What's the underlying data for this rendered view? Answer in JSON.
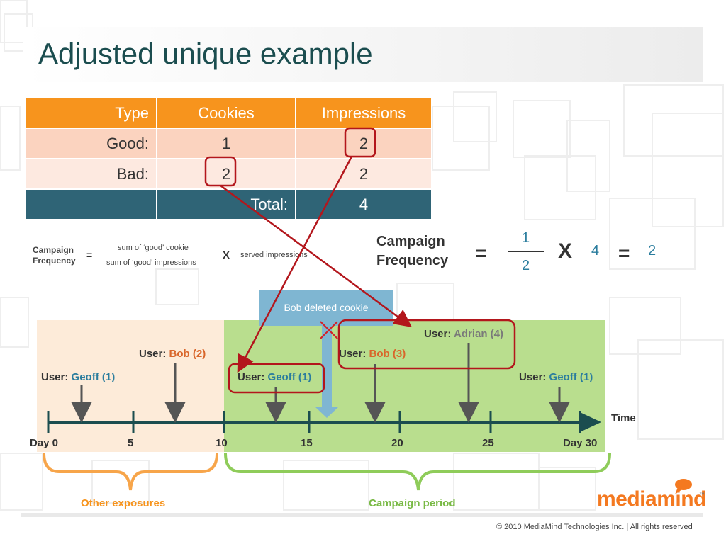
{
  "title": "Adjusted unique example",
  "table": {
    "headers": [
      "Type",
      "Cookies",
      "Impressions"
    ],
    "rows": [
      {
        "type": "Good:",
        "cookies": "1",
        "impressions": "2"
      },
      {
        "type": "Bad:",
        "cookies": "2",
        "impressions": "2"
      }
    ],
    "total_label": "Total:",
    "total_value": "4"
  },
  "formula_small": {
    "lhs_line1": "Campaign",
    "lhs_line2": "Frequency",
    "equals": "=",
    "numerator": "sum of ‘good’ cookie",
    "denominator": "sum of ‘good’ impressions",
    "times": "X",
    "factor": "served impressions"
  },
  "formula_big": {
    "lhs_line1": "Campaign",
    "lhs_line2": "Frequency",
    "equals": "=",
    "numerator": "1",
    "denominator": "2",
    "times": "X",
    "factor": "4",
    "equals2": "=",
    "result": "2"
  },
  "deleted_note": "Bob deleted cookie",
  "user_prefix": "User:",
  "users": {
    "geoff_other": "Geoff (1)",
    "bob_other": "Bob (2)",
    "geoff_campaign": "Geoff (1)",
    "bob_campaign": "Bob (3)",
    "adrian_campaign": "Adrian (4)",
    "geoff_late": "Geoff (1)"
  },
  "timeline": {
    "axis_label": "Time",
    "ticks": [
      "Day 0",
      "5",
      "10",
      "15",
      "20",
      "25",
      "Day 30"
    ]
  },
  "brackets": {
    "left": "Other exposures",
    "right": "Campaign period"
  },
  "colors": {
    "orange": "#f7941d",
    "teal": "#2f6476",
    "red": "#b3161c",
    "green_panel": "#b9de8e",
    "peach_panel": "#fdebd9",
    "blue_arrow": "#7fb6d2"
  },
  "logo": "mediamind",
  "copyright": "© 2010 MediaMind Technologies Inc. | All rights reserved"
}
